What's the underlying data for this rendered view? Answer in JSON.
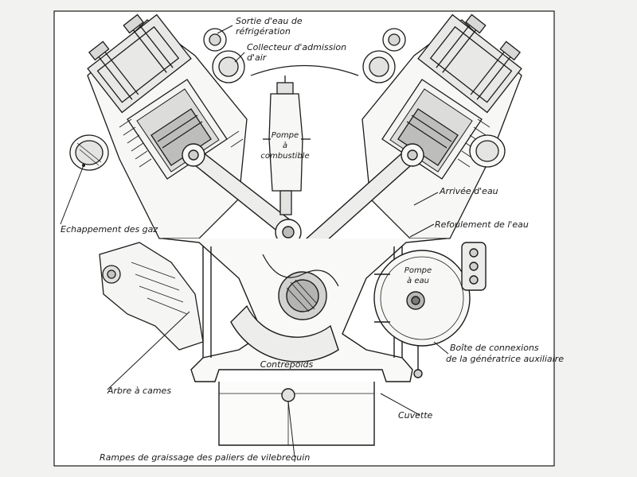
{
  "diagram": {
    "labels": {
      "sortie_eau": [
        "Sortie d'eau de",
        "réfrigération"
      ],
      "collecteur": [
        "Collecteur d'admission",
        "d'air"
      ],
      "pompe_combustible": [
        "Pompe",
        "à",
        "combustible"
      ],
      "echappement": "Echappement des gaz",
      "arrivee_eau": "Arrivée d'eau",
      "refoulement": "Refoulement de l'eau",
      "pompe_eau": [
        "Pompe",
        "à eau"
      ],
      "boite_connexions": [
        "Boîte de connexions",
        "de la génératrice auxiliaire"
      ],
      "contrepoids": "Contrepoids",
      "arbre_cames": "Arbre à cames",
      "cuvette": "Cuvette",
      "rampes": "Rampes de graissage des paliers de vilebrequin"
    }
  }
}
